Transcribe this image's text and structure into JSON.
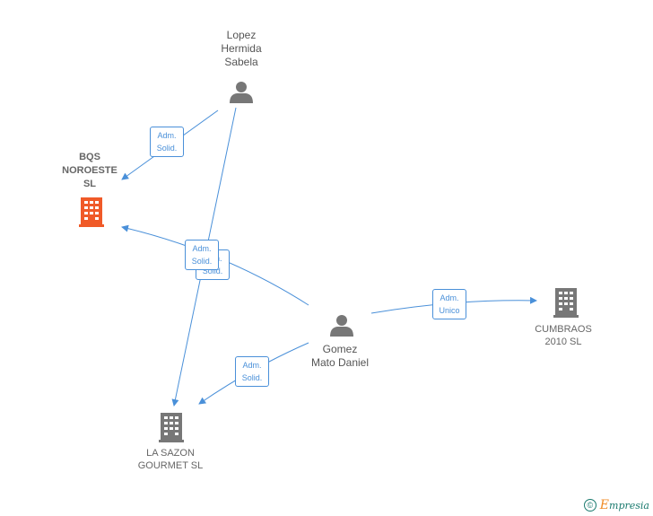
{
  "nodes": {
    "lopez": {
      "label": "Lopez\nHermida\nSabela",
      "icon": "person-icon"
    },
    "gomez": {
      "label": "Gomez\nMato Daniel",
      "icon": "person-icon"
    },
    "bqs": {
      "label": "BQS\nNOROESTE\nSL",
      "icon": "building-icon",
      "color": "#f05a28"
    },
    "cumbraos": {
      "label": "CUMBRAOS\n2010 SL",
      "icon": "building-icon",
      "color": "#777777"
    },
    "lasazon": {
      "label": "LA SAZON\nGOURMET  SL",
      "icon": "building-icon",
      "color": "#777777"
    }
  },
  "edges": {
    "lopez_bqs": "Adm.\nSolid.",
    "lopez_lasazon": "Adm.\nSolid.",
    "gomez_bqs": "Adm.\nSolid.",
    "gomez_lasazon": "Adm.\nSolid.",
    "gomez_cumbraos": "Adm.\nUnico"
  },
  "colors": {
    "edge": "#4a90d9",
    "person": "#777777",
    "highlight": "#f05a28"
  },
  "watermark": {
    "copyright": "©",
    "brand_e": "E",
    "brand_rest": "mpresia"
  }
}
